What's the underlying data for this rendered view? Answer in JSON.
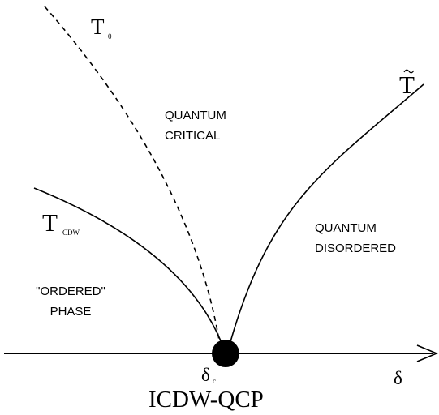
{
  "labels": {
    "t0": "T",
    "t0_sub": "0",
    "t_tilde": "T",
    "t_cdw": "T",
    "t_cdw_sub": "CDW",
    "quantum_critical_1": "QUANTUM",
    "quantum_critical_2": "CRITICAL",
    "quantum_disordered_1": "QUANTUM",
    "quantum_disordered_2": "DISORDERED",
    "ordered_1": "\"ORDERED\"",
    "ordered_2": "PHASE",
    "delta_c": "δ",
    "delta_c_sub": "c",
    "delta_axis": "δ",
    "qcp": "ICDW-QCP"
  },
  "colors": {
    "ink": "#000000",
    "background": "#ffffff"
  }
}
